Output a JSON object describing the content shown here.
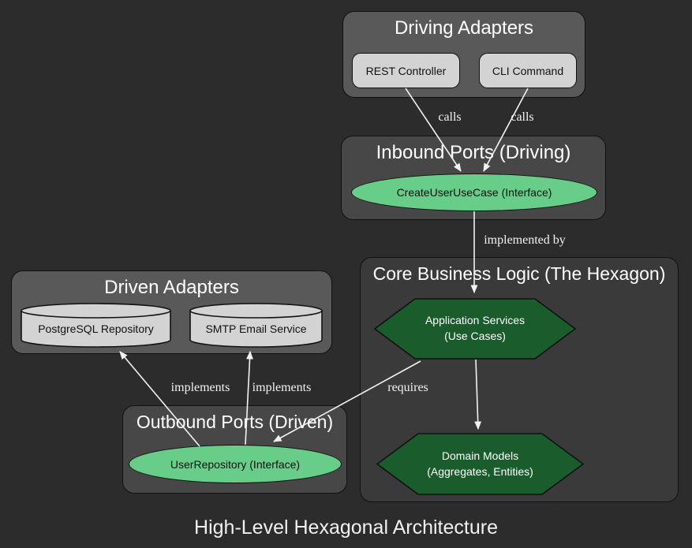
{
  "title": "High-Level Hexagonal Architecture",
  "colors": {
    "background": "#2c2c2c",
    "cluster_adapters_fill": "#595959",
    "cluster_ports_fill": "#474747",
    "cluster_core_fill": "#3a3a3a",
    "rect_node_fill": "#d3d3d3",
    "interface_ellipse_fill": "#68cd89",
    "hexagon_fill": "#1a5c2c",
    "node_stroke": "#111111",
    "edge_color": "#f2f2f2",
    "title_text": "#f0f0f0"
  },
  "clusters": {
    "driving": {
      "label": "Driving Adapters"
    },
    "inbound": {
      "label": "Inbound Ports (Driving)"
    },
    "core": {
      "label": "Core Business Logic (The Hexagon)"
    },
    "driven": {
      "label": "Driven Adapters"
    },
    "outbound": {
      "label": "Outbound Ports (Driven)"
    }
  },
  "nodes": {
    "rest": {
      "label": "REST Controller"
    },
    "cli": {
      "label": "CLI Command"
    },
    "create_user": {
      "label": "CreateUserUseCase (Interface)"
    },
    "app_services": {
      "line1": "Application Services",
      "line2": "(Use Cases)"
    },
    "domain_models": {
      "line1": "Domain Models",
      "line2": "(Aggregates, Entities)"
    },
    "postgres": {
      "label": "PostgreSQL Repository"
    },
    "smtp": {
      "label": "SMTP Email Service"
    },
    "user_repo": {
      "label": "UserRepository (Interface)"
    }
  },
  "edges": {
    "calls_rest": {
      "label": "calls"
    },
    "calls_cli": {
      "label": "calls"
    },
    "implemented_by": {
      "label": "implemented by"
    },
    "requires": {
      "label": "requires"
    },
    "implements_pg": {
      "label": "implements"
    },
    "implements_smtp": {
      "label": "implements"
    }
  }
}
